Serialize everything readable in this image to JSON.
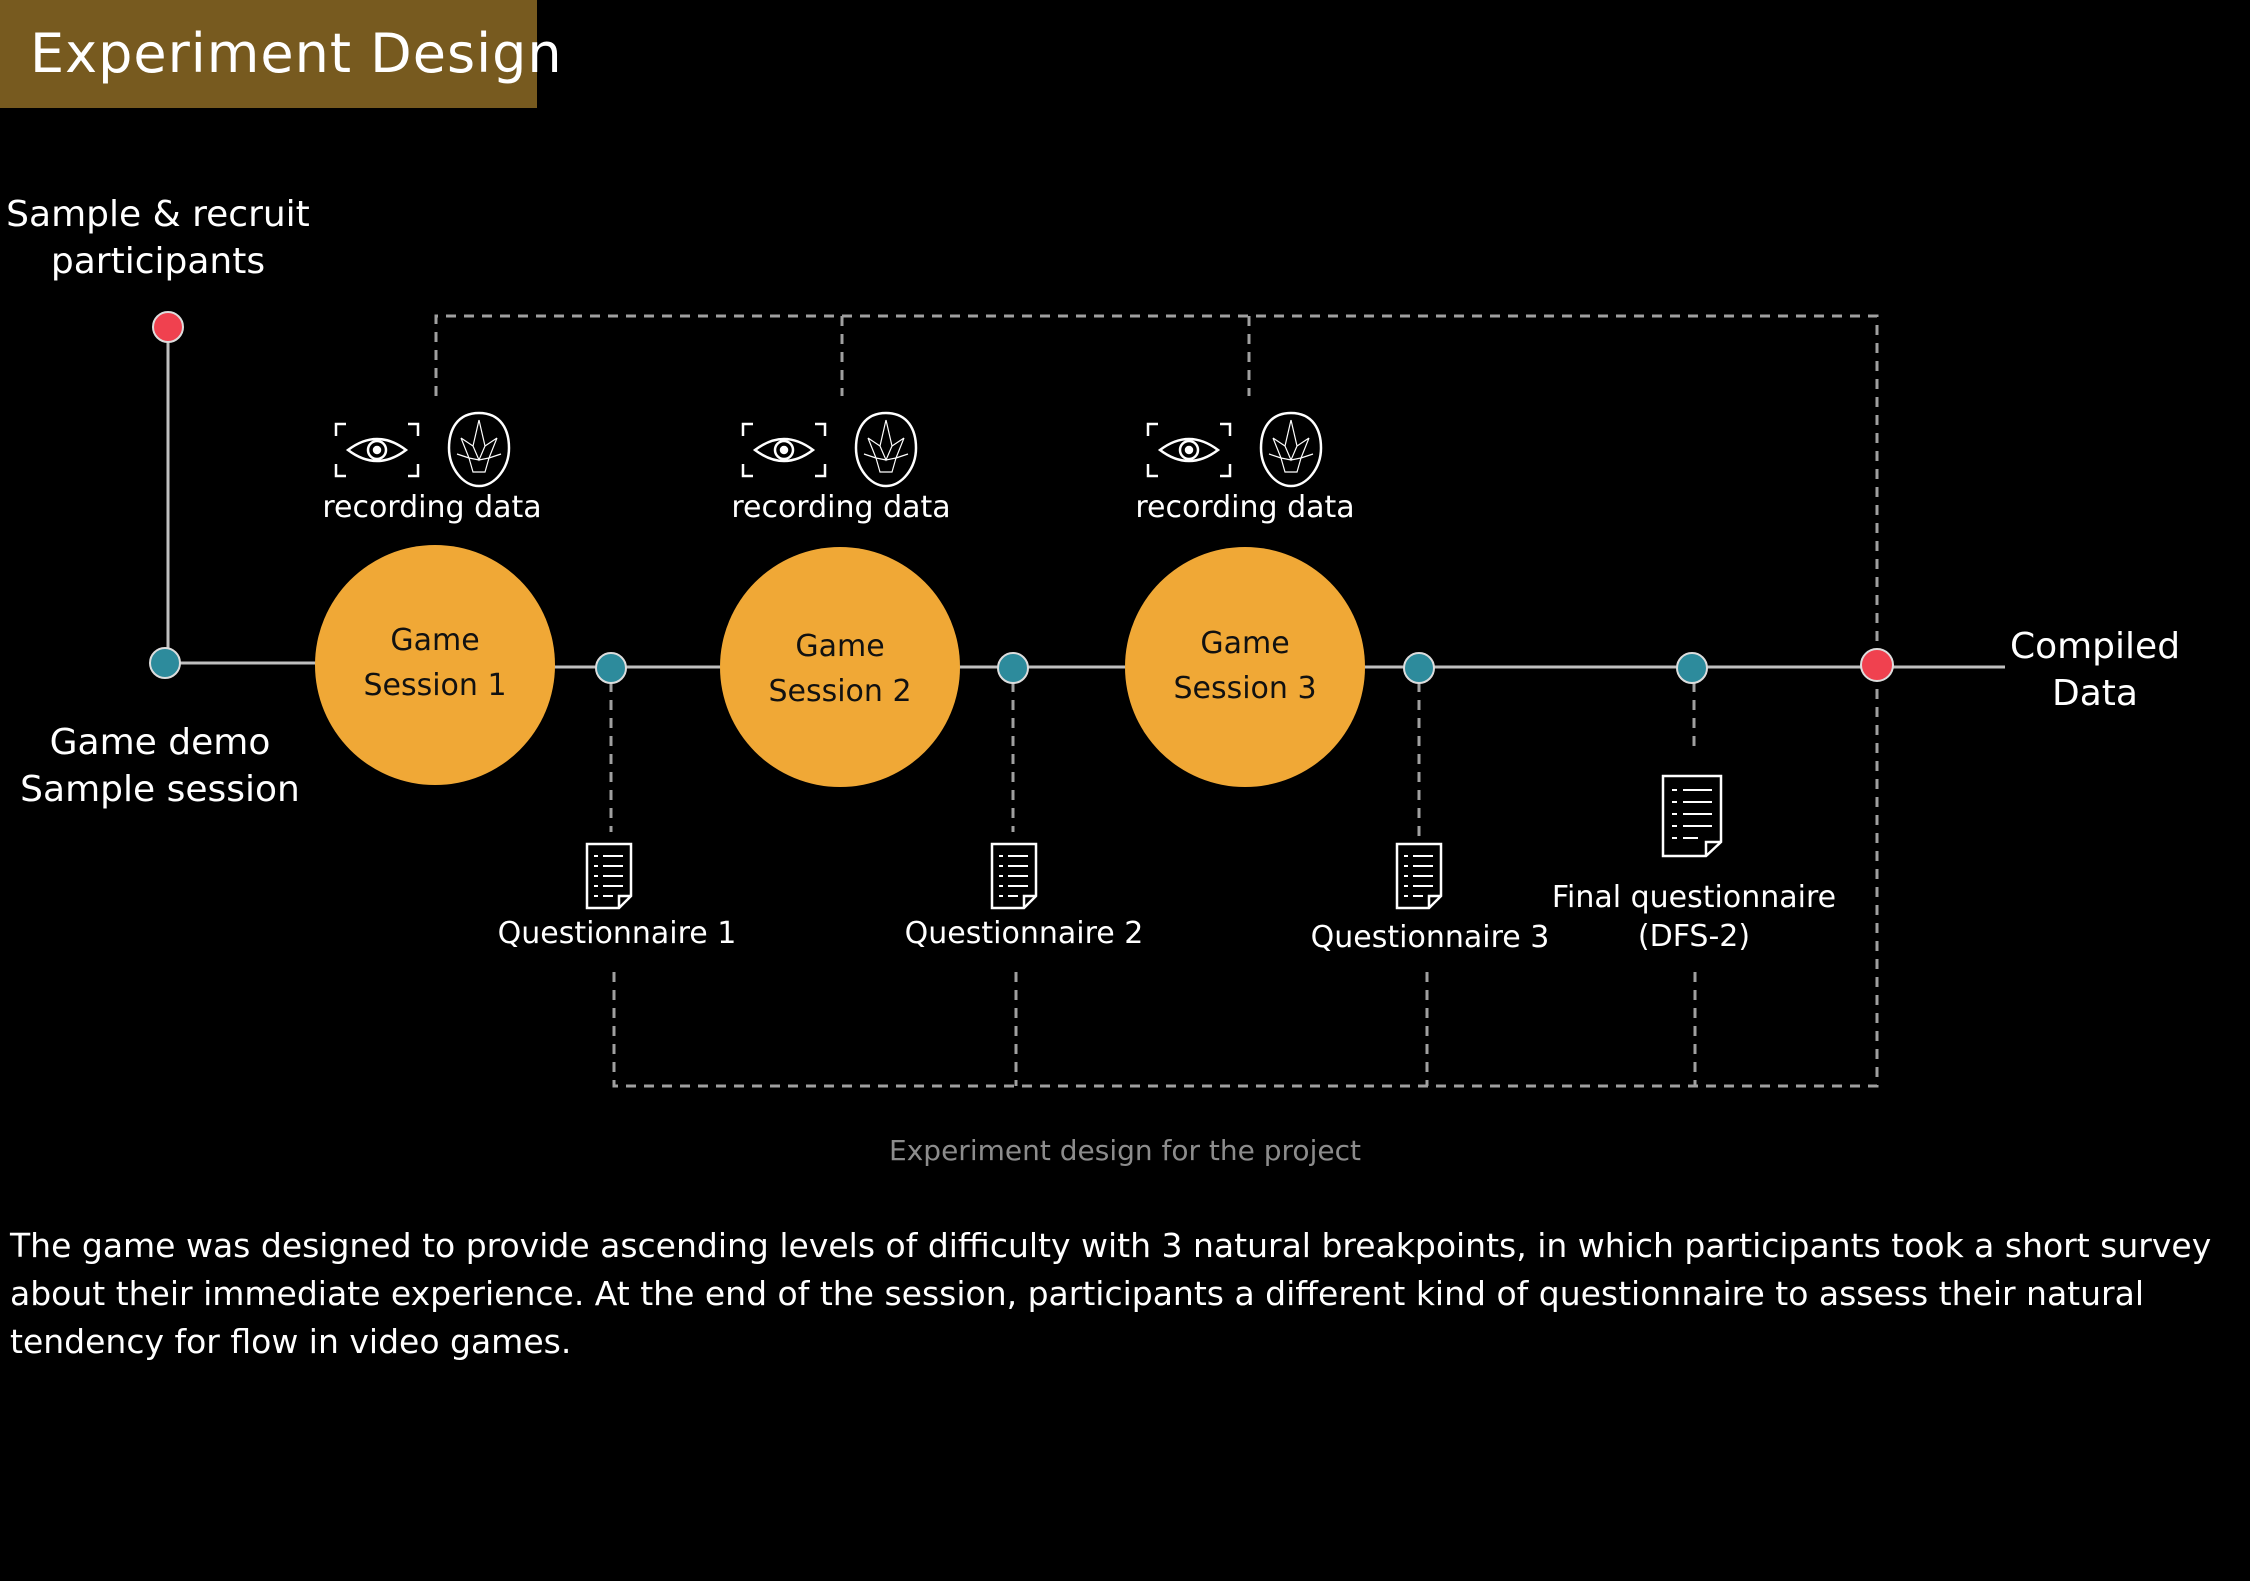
{
  "title": "Experiment Design",
  "start_label": "Sample & recruit\nparticipants",
  "demo_label": "Game demo\nSample session",
  "recording_label": "recording data",
  "sessions": [
    {
      "label": "Game\nSession 1"
    },
    {
      "label": "Game\nSession 2"
    },
    {
      "label": "Game\nSession 3"
    }
  ],
  "questionnaires": [
    {
      "label": "Questionnaire 1"
    },
    {
      "label": "Questionnaire 2"
    },
    {
      "label": "Questionnaire 3"
    },
    {
      "label": "Final questionnaire\n(DFS-2)"
    }
  ],
  "end_label": "Compiled\nData",
  "caption": "Experiment design for the project",
  "description": "The game was designed to provide ascending levels of difficulty with 3 natural breakpoints, in which participants took a short survey about their immediate experience. At the end of the session, participants a different kind of questionnaire to assess their natural tendency for flow in video games.",
  "colors": {
    "title_bg": "#775a1f",
    "session_fill": "#f0a836",
    "teal_node": "#2d8b9c",
    "red_node": "#f0414f",
    "line": "#bfbfbf",
    "caption": "#8c8c8c"
  }
}
